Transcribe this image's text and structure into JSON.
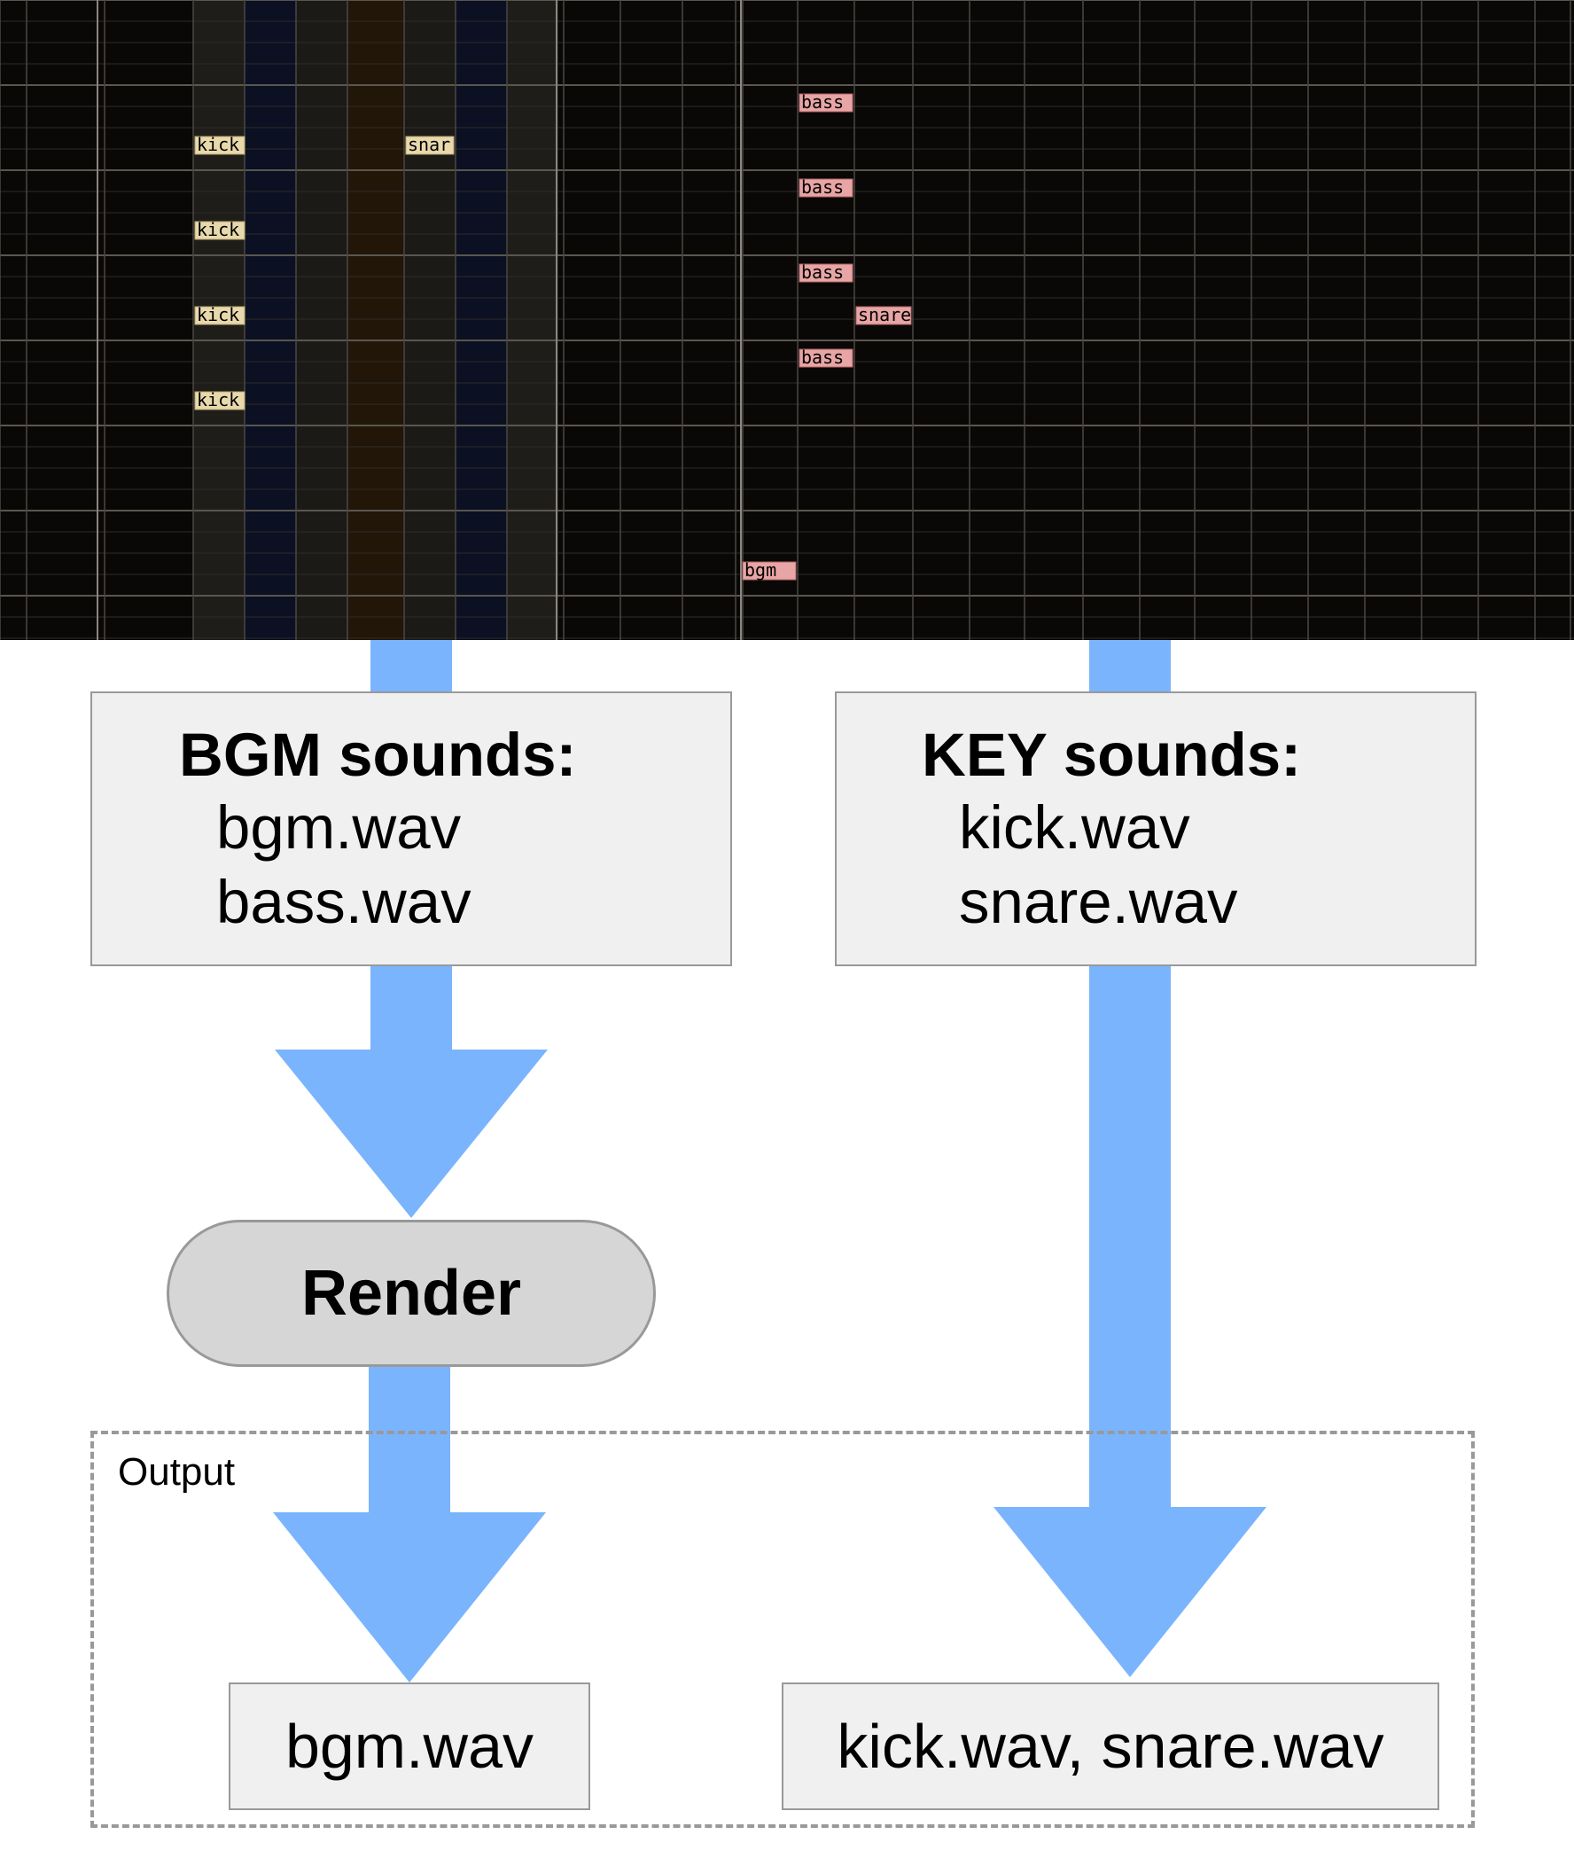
{
  "editor": {
    "notes": [
      {
        "label": "kick",
        "kind": "key"
      },
      {
        "label": "kick",
        "kind": "key"
      },
      {
        "label": "kick",
        "kind": "key"
      },
      {
        "label": "kick",
        "kind": "key"
      },
      {
        "label": "snar",
        "kind": "key"
      },
      {
        "label": "bass",
        "kind": "bgm"
      },
      {
        "label": "bass",
        "kind": "bgm"
      },
      {
        "label": "bass",
        "kind": "bgm"
      },
      {
        "label": "bass",
        "kind": "bgm"
      },
      {
        "label": "snare",
        "kind": "bgm"
      },
      {
        "label": "bgm",
        "kind": "bgm"
      }
    ]
  },
  "bgm_box": {
    "title": "BGM sounds:",
    "files": [
      "bgm.wav",
      "bass.wav"
    ]
  },
  "key_box": {
    "title": "KEY sounds:",
    "files": [
      "kick.wav",
      "snare.wav"
    ]
  },
  "render": {
    "label": "Render"
  },
  "output": {
    "label": "Output",
    "bgm_result": "bgm.wav",
    "key_result": "kick.wav, snare.wav"
  },
  "colors": {
    "arrow": "#7ab4fd",
    "key_note": "#e8d9ad",
    "bgm_note": "#e8a5a5",
    "editor_bg": "#0a0806"
  }
}
